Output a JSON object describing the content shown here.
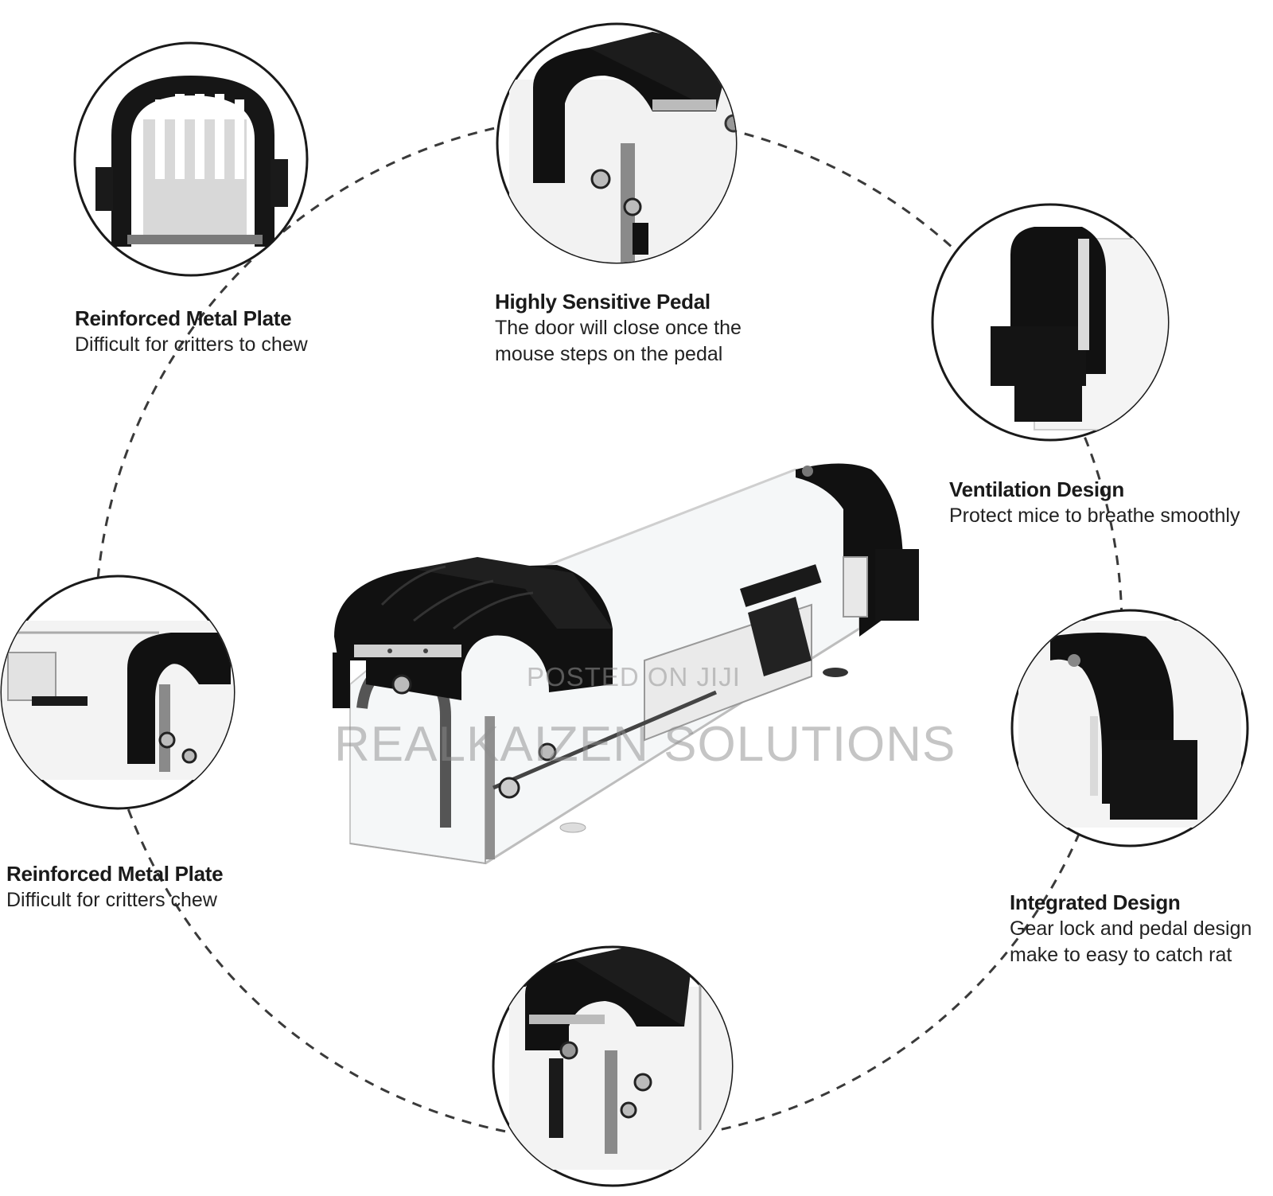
{
  "features": [
    {
      "title": "Reinforced Metal Plate",
      "desc": [
        "Difficult for critters to chew"
      ],
      "icon": "metal-plate-closeup-icon"
    },
    {
      "title": "Highly Sensitive Pedal",
      "desc": [
        "The door will close once the",
        "mouse steps on the pedal"
      ],
      "icon": "pedal-closeup-icon"
    },
    {
      "title": "Ventilation Design",
      "desc": [
        "Protect mice to breathe smoothly"
      ],
      "icon": "vent-closeup-icon"
    },
    {
      "title": "Reinforced Metal Plate",
      "desc": [
        "Difficult for critters chew"
      ],
      "icon": "trap-side-closeup-icon"
    },
    {
      "title": "Integrated Design",
      "desc": [
        "Gear lock and pedal design",
        "make to easy to catch rat"
      ],
      "icon": "end-cap-closeup-icon"
    }
  ],
  "watermark": {
    "small": "POSTED ON JIJI",
    "large": "REALKAIZEN SOLUTIONS"
  },
  "colors": {
    "plastic": "#111111",
    "outline": "#1a1a1a",
    "dashed_ring": "#3a3a3a",
    "metal": "#9a9a9a"
  }
}
